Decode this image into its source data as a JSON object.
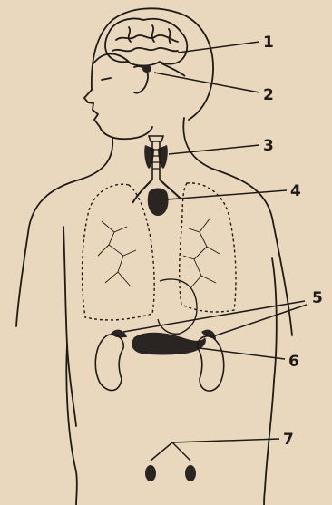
{
  "labels": [
    {
      "id": "label-1",
      "text": "1"
    },
    {
      "id": "label-2",
      "text": "2"
    },
    {
      "id": "label-3",
      "text": "3"
    },
    {
      "id": "label-4",
      "text": "4"
    },
    {
      "id": "label-5",
      "text": "5"
    },
    {
      "id": "label-6",
      "text": "6"
    },
    {
      "id": "label-7",
      "text": "7"
    }
  ],
  "colors": {
    "background": "#e9d8bd",
    "ink": "#1e1a16",
    "organ_fill": "#2a2522"
  }
}
